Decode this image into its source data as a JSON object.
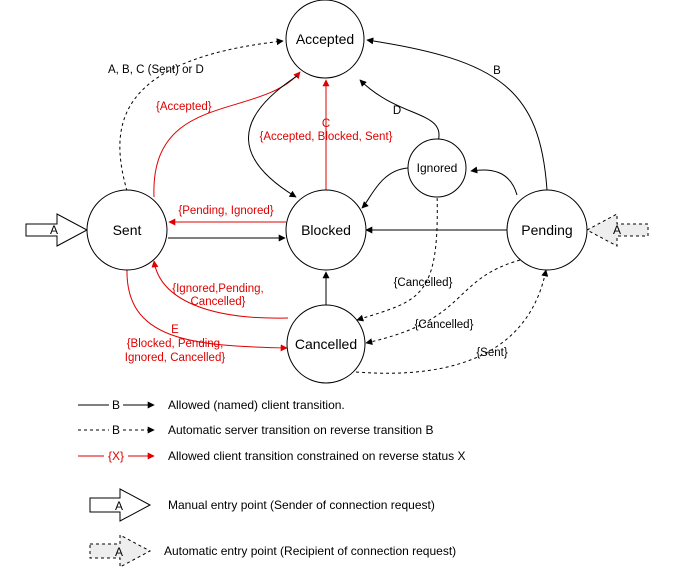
{
  "colors": {
    "black": "#000000",
    "red": "#e00000",
    "entry_fill": "#ffffff",
    "auto_entry_fill": "#eeeeee"
  },
  "states": {
    "accepted": "Accepted",
    "sent": "Sent",
    "blocked": "Blocked",
    "pending": "Pending",
    "ignored": "Ignored",
    "cancelled": "Cancelled"
  },
  "edges": {
    "sent_to_accepted_auto": "A, B, C (Sent) or D",
    "sent_to_accepted_red": "{Accepted}",
    "blocked_to_accepted_letter": "C",
    "blocked_to_accepted_cond": "{Accepted, Blocked, Sent}",
    "ignored_to_accepted": "D",
    "pending_to_accepted": "B",
    "blocked_to_sent": "{Pending, Ignored}",
    "cancelled_to_sent": "{Ignored,Pending,",
    "cancelled_to_sent_2": "Cancelled}",
    "sent_to_cancelled_letter": "E",
    "sent_to_cancelled_1": "{Blocked, Pending,",
    "sent_to_cancelled_2": "Ignored, Cancelled}",
    "ignored_to_cancelled": "{Cancelled}",
    "pending_to_cancelled": "{Cancelled}",
    "cancelled_to_pending": "{Sent}"
  },
  "entry": {
    "sent_entry": "A",
    "pending_entry": "A"
  },
  "legend": {
    "solid_letter": "B",
    "solid_text": "Allowed (named) client transition.",
    "dashed_letter": "B",
    "dashed_text": "Automatic server transition on reverse transition B",
    "red_letter": "{X}",
    "red_text": "Allowed client transition constrained on reverse status X",
    "manual_letter": "A",
    "manual_text": "Manual entry point (Sender of connection request)",
    "auto_letter": "A",
    "auto_text": "Automatic entry point (Recipient of connection request)"
  }
}
